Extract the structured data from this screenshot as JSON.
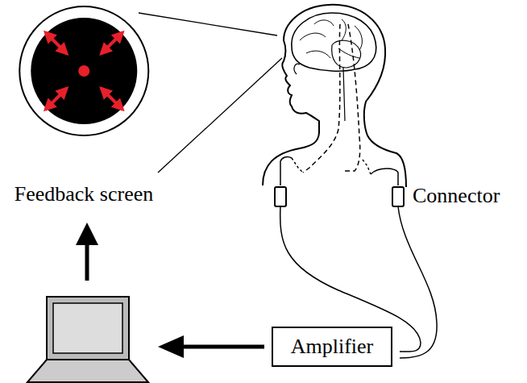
{
  "diagram": {
    "nodes": [
      {
        "text": [
          "Feedback screen"
        ]
      },
      {
        "text": [
          "Amplifier"
        ]
      }
    ],
    "labels": [
      "Connector"
    ]
  }
}
